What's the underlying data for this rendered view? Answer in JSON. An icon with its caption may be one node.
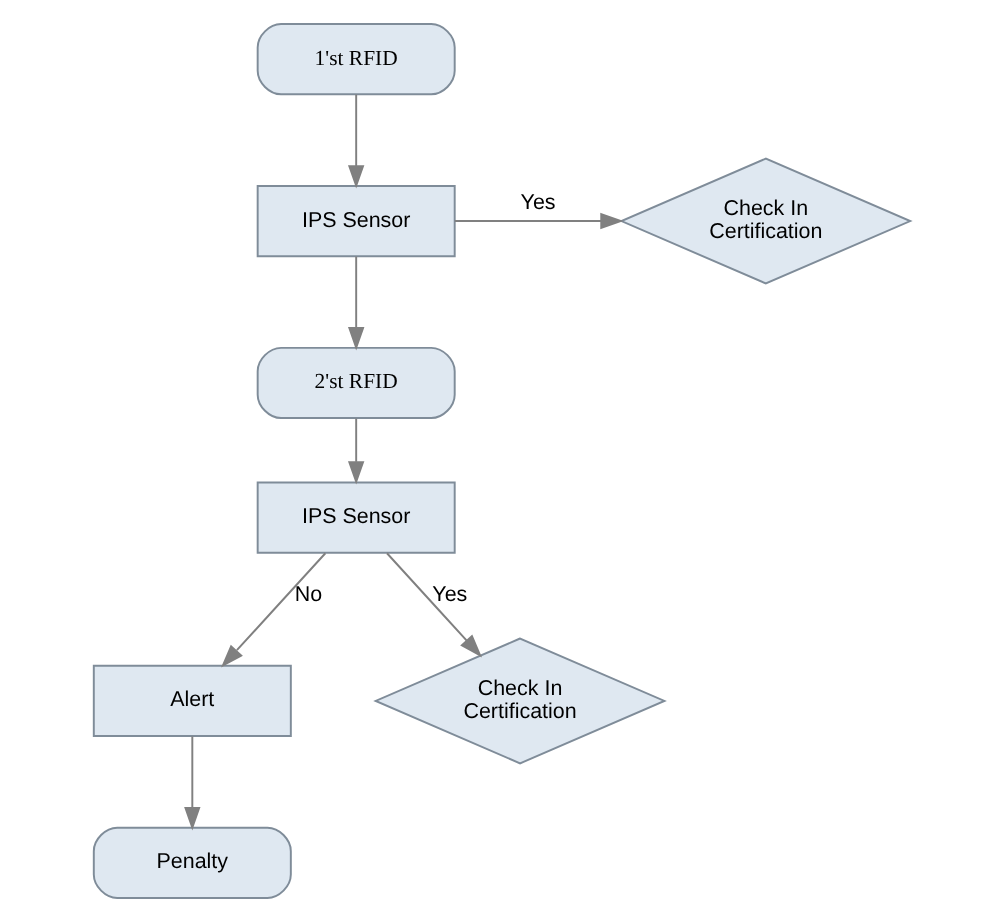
{
  "diagram": {
    "nodes": [
      {
        "text": [
          "1'st RFID"
        ]
      },
      {
        "text": [
          "IPS Sensor"
        ]
      },
      {
        "text": [
          "Check In Certification"
        ]
      },
      {
        "text": [
          "2'st RFID"
        ]
      },
      {
        "text": [
          "IPS Sensor"
        ]
      },
      {
        "text": [
          "Alert"
        ]
      },
      {
        "text": [
          "Check In Certification"
        ]
      },
      {
        "text": [
          "Penalty"
        ]
      }
    ],
    "edges": [
      {
        "from": 0,
        "to": 1,
        "arrow": "to"
      },
      {
        "from": 1,
        "to": 2,
        "arrow": "to",
        "label": "Yes"
      },
      {
        "from": 1,
        "to": 3,
        "arrow": "to"
      },
      {
        "from": 3,
        "to": 4,
        "arrow": "to"
      },
      {
        "from": 4,
        "to": 5,
        "arrow": "to",
        "label": "No"
      },
      {
        "from": 4,
        "to": 6,
        "arrow": "to",
        "label": "Yes"
      },
      {
        "from": 5,
        "to": 7,
        "arrow": "to"
      }
    ]
  }
}
